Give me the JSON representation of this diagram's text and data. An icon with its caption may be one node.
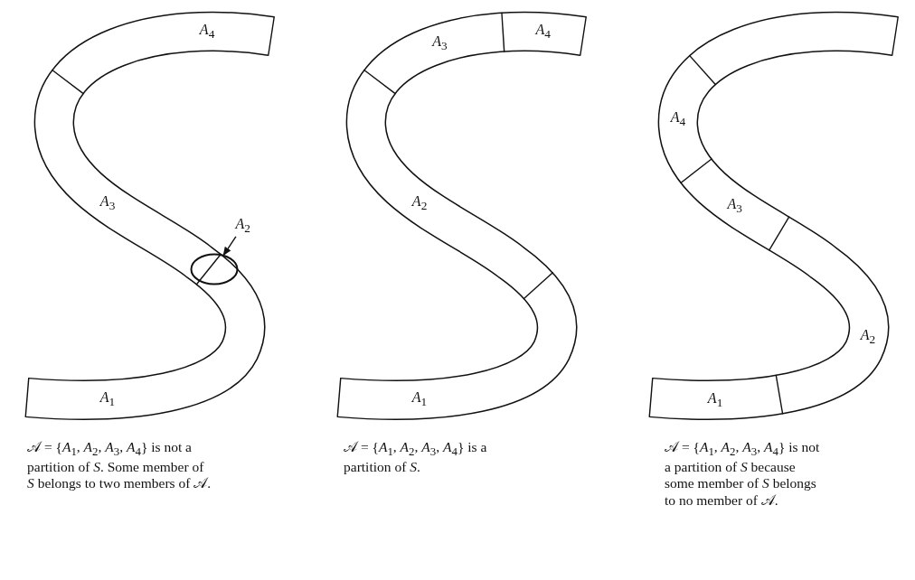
{
  "diagram": {
    "nodes": [
      {
        "text": [
          "*A*$_{2}$"
        ]
      },
      {
        "text": [],
        "shape": "ellipse"
      }
    ],
    "edges": [
      {
        "from": 0,
        "to": 1,
        "arrow": "to"
      }
    ],
    "labels": [
      "*A*$_{4}$",
      "*A*$_{3}$",
      "*A*$_{1}$",
      "𝒜 = {*A*$_{1}$, *A*$_{2}$, *A*$_{3}$, *A*$_{4}$} is not a partition of *S*. Some member of *S* belongs to two members of 𝒜.",
      "*A*$_{4}$",
      "*A*$_{3}$",
      "*A*$_{2}$",
      "*A*$_{1}$",
      "𝒜 = {*A*$_{1}$, *A*$_{2}$, *A*$_{3}$, *A*$_{4}$} is a partition of *S*.",
      "*A*$_{4}$",
      "*A*$_{3}$",
      "*A*$_{2}$",
      "*A*$_{1}$",
      "𝒜 = {*A*$_{1}$, *A*$_{2}$, *A*$_{3}$, *A*$_{4}$} is not a partition of *S* because some member of *S* belongs to no member of 𝒜."
    ]
  }
}
